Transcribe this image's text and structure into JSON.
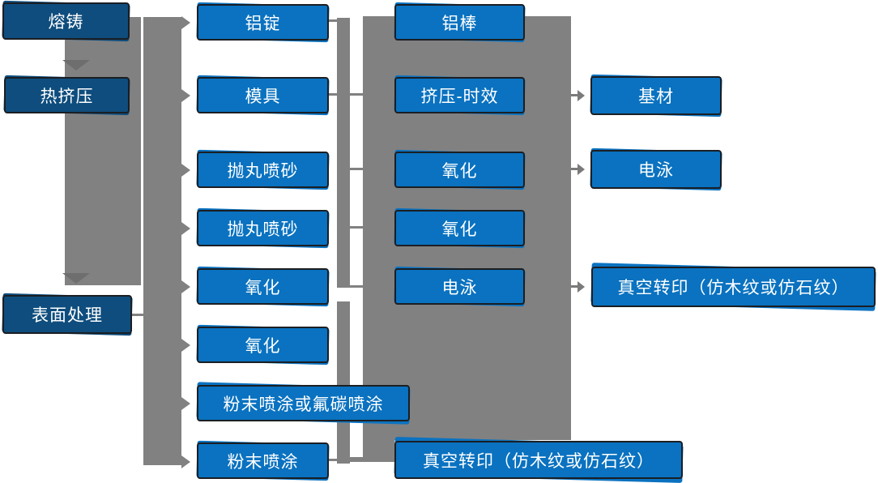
{
  "palette": {
    "box_blue": "#0a72c0",
    "box_dark_blue": "#0e4d7d",
    "connector_gray": "#818181",
    "down_arrow_gray": "#6e6e6e",
    "small_arrow_gray": "#7a7a7a",
    "box_border": "#1b1e23",
    "text_color": "#ffffff",
    "background": "#ffffff"
  },
  "nodes": [
    {
      "label": "熔铸"
    },
    {
      "label": "热挤压"
    },
    {
      "label": "表面处理"
    },
    {
      "label": "铝锭"
    },
    {
      "label": "模具"
    },
    {
      "label": "抛丸喷砂"
    },
    {
      "label": "抛丸喷砂"
    },
    {
      "label": "氧化"
    },
    {
      "label": "氧化"
    },
    {
      "label": "粉末喷涂或氟碳喷涂"
    },
    {
      "label": "粉末喷涂"
    },
    {
      "label": "铝棒"
    },
    {
      "label": "挤压-时效"
    },
    {
      "label": "氧化"
    },
    {
      "label": "氧化"
    },
    {
      "label": "电泳"
    },
    {
      "label": "基材"
    },
    {
      "label": "电泳"
    },
    {
      "label": "真空转印（仿木纹或仿石纹）"
    },
    {
      "label": "真空转印（仿木纹或仿石纹）"
    }
  ]
}
